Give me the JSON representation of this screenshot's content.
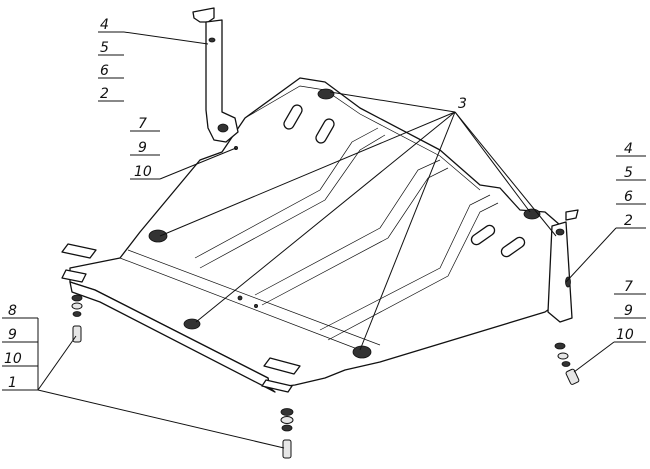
{
  "callouts": {
    "top_left": [
      "4",
      "5",
      "6",
      "2"
    ],
    "mid_left": [
      "7",
      "9",
      "10"
    ],
    "center": "3",
    "right_top": [
      "4",
      "5",
      "6",
      "2"
    ],
    "right_bottom": [
      "7",
      "9",
      "10"
    ],
    "bottom_left": [
      "8",
      "9",
      "10",
      "1"
    ]
  }
}
